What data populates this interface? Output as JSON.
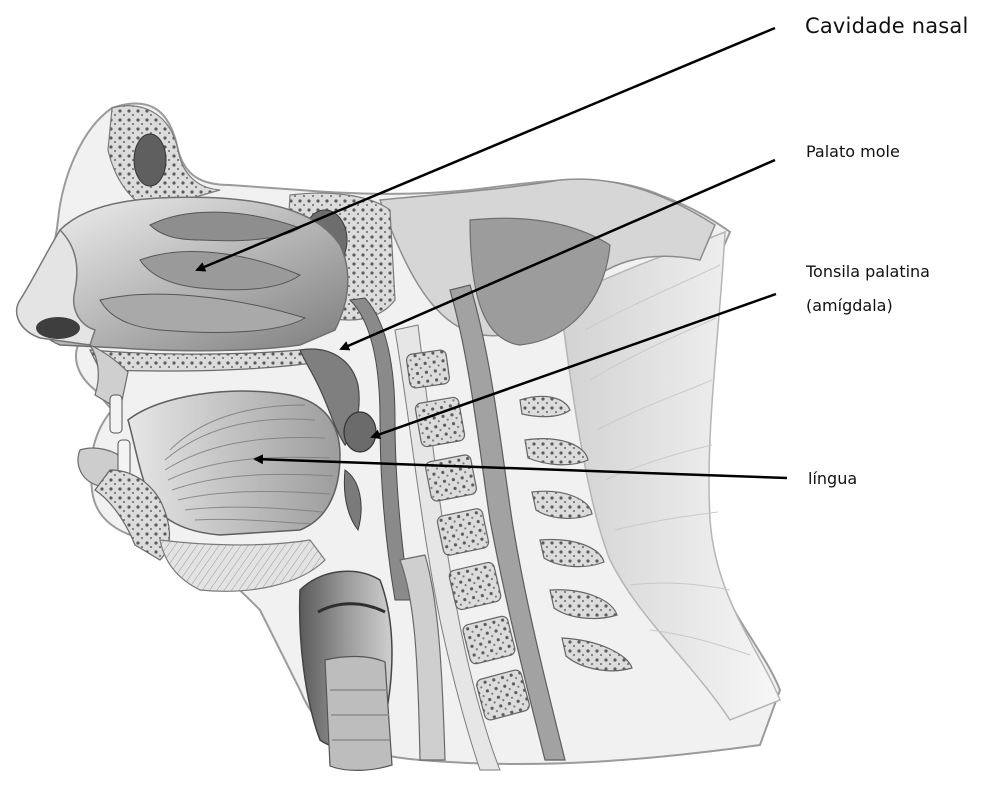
{
  "diagram": {
    "labels": {
      "cavidade_nasal": "Cavidade nasal",
      "palato_mole": "Palato mole",
      "tonsila_line1": "Tonsila palatina",
      "tonsila_line2": "(amígdala)",
      "lingua": "língua"
    },
    "colors": {
      "ink": "#000000",
      "tissue_dark": "#6e6e6e",
      "tissue_mid": "#a6a6a6",
      "tissue_light": "#d8d8d8",
      "bone": "#e9e9e9",
      "background": "#ffffff"
    }
  }
}
